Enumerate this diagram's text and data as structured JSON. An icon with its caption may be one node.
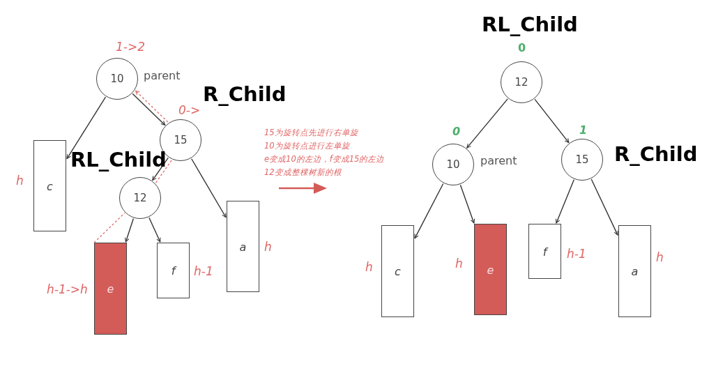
{
  "diagram": {
    "nodes": [
      {
        "text": [
          "10"
        ],
        "beside": [
          "1->2",
          "parent"
        ]
      },
      {
        "text": [
          "15"
        ],
        "beside": [
          "R_Child",
          "0->"
        ]
      },
      {
        "text": [
          "12"
        ],
        "beside": [
          "RL_Child"
        ]
      },
      {
        "text": [
          "c"
        ],
        "beside": [
          "h"
        ]
      },
      {
        "text": [
          "e"
        ],
        "beside": [
          "h-1->h"
        ]
      },
      {
        "text": [
          "f"
        ],
        "beside": [
          "h-1"
        ]
      },
      {
        "text": [
          "a"
        ],
        "beside": [
          "h"
        ]
      },
      {
        "text": [
          "12"
        ],
        "beside": [
          "RL_Child",
          "0"
        ]
      },
      {
        "text": [
          "10"
        ],
        "beside": [
          "0",
          "parent"
        ]
      },
      {
        "text": [
          "15"
        ],
        "beside": [
          "1",
          "R_Child"
        ]
      },
      {
        "text": [
          "c"
        ],
        "beside": [
          "h"
        ]
      },
      {
        "text": [
          "e"
        ],
        "beside": [
          "h"
        ]
      },
      {
        "text": [
          "f"
        ],
        "beside": [
          "h-1"
        ]
      },
      {
        "text": [
          "a"
        ],
        "beside": [
          "h"
        ]
      }
    ],
    "edges": [
      {
        "from": 0,
        "to": 3,
        "arrow": "to"
      },
      {
        "from": 0,
        "to": 1,
        "arrow": "to"
      },
      {
        "from": 1,
        "to": 0,
        "arrow": "to",
        "style": "dashed",
        "color": "#e06666"
      },
      {
        "from": 1,
        "to": 2,
        "arrow": "to"
      },
      {
        "from": 1,
        "to": 6,
        "arrow": "to"
      },
      {
        "from": 2,
        "to": 1,
        "arrow": "none",
        "style": "dashed",
        "color": "#e06666"
      },
      {
        "from": 2,
        "to": 4,
        "arrow": "to"
      },
      {
        "from": 2,
        "to": 5,
        "arrow": "to"
      },
      {
        "from": 4,
        "to": 2,
        "arrow": "none",
        "style": "dashed",
        "color": "#e06666"
      },
      {
        "from": 7,
        "to": 8,
        "arrow": "to"
      },
      {
        "from": 7,
        "to": 9,
        "arrow": "to"
      },
      {
        "from": 8,
        "to": 10,
        "arrow": "to"
      },
      {
        "from": 8,
        "to": 11,
        "arrow": "to"
      },
      {
        "from": 9,
        "to": 12,
        "arrow": "to"
      },
      {
        "from": 9,
        "to": 13,
        "arrow": "to"
      }
    ],
    "labels": [
      "15为旋转点先进行右单旋",
      "10为旋转点进行左单旋",
      "e变成10的左边，f变成15的左边",
      "12变成整棵树新的根"
    ]
  }
}
